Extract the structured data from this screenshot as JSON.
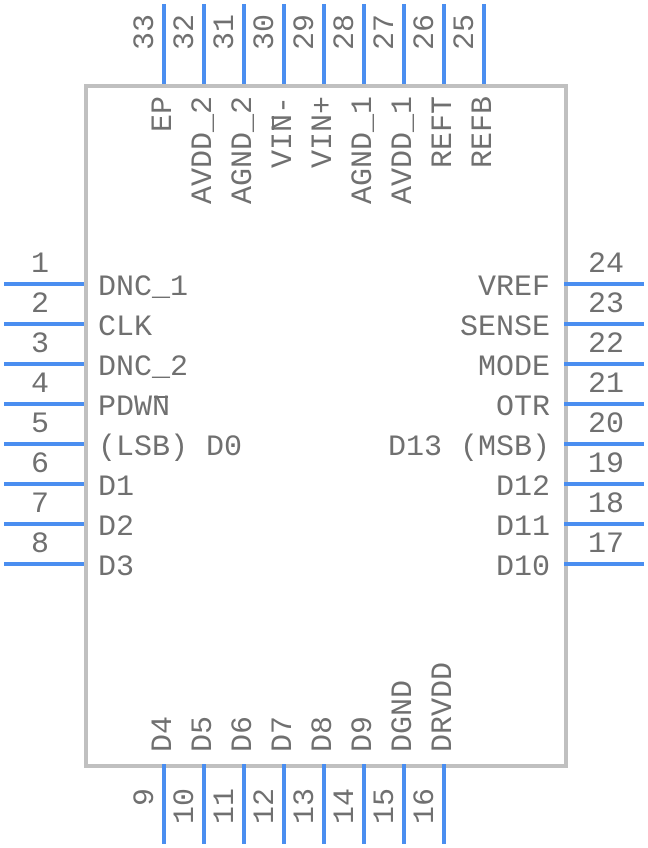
{
  "colors": {
    "pin": "#4a8ef0",
    "body": "#c0c0c0",
    "text": "#707070"
  },
  "left_pins": [
    {
      "num": "1",
      "label": "DNC_1"
    },
    {
      "num": "2",
      "label": "CLK"
    },
    {
      "num": "3",
      "label": "DNC_2"
    },
    {
      "num": "4",
      "label": "PDWN",
      "overbar": "N"
    },
    {
      "num": "5",
      "label": "(LSB) D0"
    },
    {
      "num": "6",
      "label": "D1"
    },
    {
      "num": "7",
      "label": "D2"
    },
    {
      "num": "8",
      "label": "D3"
    }
  ],
  "right_pins": [
    {
      "num": "24",
      "label": "VREF"
    },
    {
      "num": "23",
      "label": "SENSE"
    },
    {
      "num": "22",
      "label": "MODE"
    },
    {
      "num": "21",
      "label": "OTR"
    },
    {
      "num": "20",
      "label": "D13 (MSB)"
    },
    {
      "num": "19",
      "label": "D12"
    },
    {
      "num": "18",
      "label": "D11"
    },
    {
      "num": "17",
      "label": "D10"
    }
  ],
  "top_pins": [
    {
      "num": "33",
      "label": "EP"
    },
    {
      "num": "32",
      "label": "AVDD_2"
    },
    {
      "num": "31",
      "label": "AGND_2"
    },
    {
      "num": "30",
      "label": "VIN-",
      "overbar": "N"
    },
    {
      "num": "29",
      "label": "VIN+"
    },
    {
      "num": "28",
      "label": "AGND_1"
    },
    {
      "num": "27",
      "label": "AVDD_1"
    },
    {
      "num": "26",
      "label": "REFT",
      "overbar": "T"
    },
    {
      "num": "25",
      "label": "REFB"
    }
  ],
  "bottom_pins": [
    {
      "num": "9",
      "label": "D4"
    },
    {
      "num": "10",
      "label": "D5"
    },
    {
      "num": "11",
      "label": "D6"
    },
    {
      "num": "12",
      "label": "D7"
    },
    {
      "num": "13",
      "label": "D8"
    },
    {
      "num": "14",
      "label": "D9"
    },
    {
      "num": "15",
      "label": "DGND"
    },
    {
      "num": "16",
      "label": "DRVDD"
    }
  ]
}
